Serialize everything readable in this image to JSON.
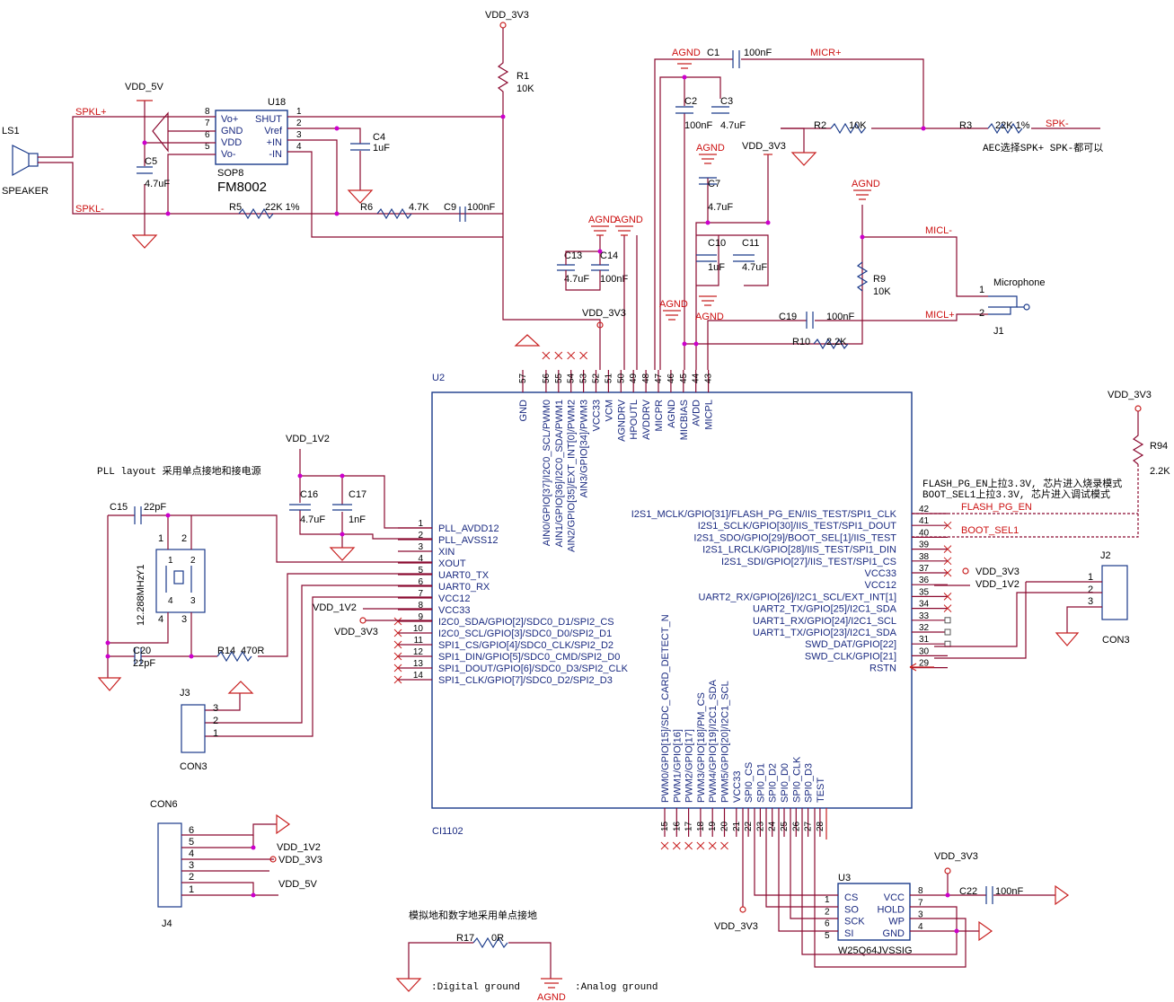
{
  "chip": {
    "ref": "U2",
    "part": "CI1102",
    "left_pins": [
      {
        "num": "1",
        "name": "PLL_AVDD12"
      },
      {
        "num": "2",
        "name": "PLL_AVSS12"
      },
      {
        "num": "3",
        "name": "XIN"
      },
      {
        "num": "4",
        "name": "XOUT"
      },
      {
        "num": "5",
        "name": "UART0_TX"
      },
      {
        "num": "6",
        "name": "UART0_RX"
      },
      {
        "num": "7",
        "name": "VCC12"
      },
      {
        "num": "8",
        "name": "VCC33"
      },
      {
        "num": "9",
        "name": "I2C0_SDA/GPIO[2]/SDC0_D1/SPI2_CS"
      },
      {
        "num": "10",
        "name": "I2C0_SCL/GPIO[3]/SDC0_D0/SPI2_D1"
      },
      {
        "num": "11",
        "name": "SPI1_CS/GPIO[4]/SDC0_CLK/SPI2_D2"
      },
      {
        "num": "12",
        "name": "SPI1_DIN/GPIO[5]/SDC0_CMD/SPI2_D0"
      },
      {
        "num": "13",
        "name": "SPI1_DOUT/GPIO[6]/SDC0_D3/SPI2_CLK"
      },
      {
        "num": "14",
        "name": "SPI1_CLK/GPIO[7]/SDC0_D2/SPI2_D3"
      }
    ],
    "right_pins": [
      {
        "num": "42",
        "name": "I2S1_MCLK/GPIO[31]/FLASH_PG_EN/IIS_TEST/SPI1_CLK"
      },
      {
        "num": "41",
        "name": "I2S1_SCLK/GPIO[30]/IIS_TEST/SPI1_DOUT"
      },
      {
        "num": "40",
        "name": "I2S1_SDO/GPIO[29]/BOOT_SEL[1]/IIS_TEST"
      },
      {
        "num": "39",
        "name": "I2S1_LRCLK/GPIO[28]/IIS_TEST/SPI1_DIN"
      },
      {
        "num": "38",
        "name": "I2S1_SDI/GPIO[27]/IIS_TEST/SPI1_CS"
      },
      {
        "num": "37",
        "name": "VCC33"
      },
      {
        "num": "36",
        "name": "VCC12"
      },
      {
        "num": "35",
        "name": "UART2_RX/GPIO[26]/I2C1_SCL/EXT_INT[1]"
      },
      {
        "num": "34",
        "name": "UART2_TX/GPIO[25]/I2C1_SDA"
      },
      {
        "num": "33",
        "name": "UART1_RX/GPIO[24]/I2C1_SCL"
      },
      {
        "num": "32",
        "name": "UART1_TX/GPIO[23]/I2C1_SDA"
      },
      {
        "num": "31",
        "name": "SWD_DAT/GPIO[22]"
      },
      {
        "num": "30",
        "name": "SWD_CLK/GPIO[21]"
      },
      {
        "num": "29",
        "name": "RSTN"
      }
    ],
    "top_pins": [
      {
        "num": "57",
        "name": "GND"
      },
      {
        "num": "56",
        "name": "AIN0/GPIO[37]/I2C0_SCL/PWM0"
      },
      {
        "num": "55",
        "name": "AIN1/GPIO[36]/I2C0_SDA/PWM1"
      },
      {
        "num": "54",
        "name": "AIN2/GPIO[35]/EXT_INT[0]/PWM2"
      },
      {
        "num": "53",
        "name": "AIN3/GPIO[34]/PWM3"
      },
      {
        "num": "52",
        "name": "VCC33"
      },
      {
        "num": "51",
        "name": "VCM"
      },
      {
        "num": "50",
        "name": "AGNDRV"
      },
      {
        "num": "49",
        "name": "HPOUTL"
      },
      {
        "num": "48",
        "name": "AVDDRV"
      },
      {
        "num": "47",
        "name": "MICPR"
      },
      {
        "num": "46",
        "name": "AGND"
      },
      {
        "num": "45",
        "name": "MICBIAS"
      },
      {
        "num": "44",
        "name": "AVDD"
      },
      {
        "num": "43",
        "name": "MICPL"
      }
    ],
    "bottom_pins": [
      {
        "num": "15",
        "name": "PWM0/GPIO[15]/SDC_CARD_DETECT_N"
      },
      {
        "num": "16",
        "name": "PWM1/GPIO[16]"
      },
      {
        "num": "17",
        "name": "PWM2/GPIO[17]"
      },
      {
        "num": "18",
        "name": "PWM3/GPIO[18]/PM_CS"
      },
      {
        "num": "19",
        "name": "PWM4/GPIO[19]/I2C1_SDA"
      },
      {
        "num": "20",
        "name": "PWM5/GPIO[20]/I2C1_SCL"
      },
      {
        "num": "21",
        "name": "VCC33"
      },
      {
        "num": "22",
        "name": "SPI0_CS"
      },
      {
        "num": "23",
        "name": "SPI0_D1"
      },
      {
        "num": "24",
        "name": "SPI0_D2"
      },
      {
        "num": "25",
        "name": "SPI0_D0"
      },
      {
        "num": "26",
        "name": "SPI0_CLK"
      },
      {
        "num": "27",
        "name": "SPI0_D3"
      },
      {
        "num": "28",
        "name": "TEST"
      }
    ]
  },
  "amp": {
    "ref": "U18",
    "package": "SOP8",
    "part": "FM8002",
    "left_pins": [
      {
        "num": "8",
        "name": "Vo+"
      },
      {
        "num": "7",
        "name": "GND"
      },
      {
        "num": "6",
        "name": "VDD"
      },
      {
        "num": "5",
        "name": "Vo-"
      }
    ],
    "right_pins": [
      {
        "num": "1",
        "name": "SHUT"
      },
      {
        "num": "2",
        "name": "Vref"
      },
      {
        "num": "3",
        "name": "+IN"
      },
      {
        "num": "4",
        "name": "-IN"
      }
    ]
  },
  "flash": {
    "ref": "U3",
    "part": "W25Q64JVSSIG",
    "left_pins": [
      {
        "num": "1",
        "name": "CS"
      },
      {
        "num": "2",
        "name": "SO"
      },
      {
        "num": "6",
        "name": "SCK"
      },
      {
        "num": "5",
        "name": "SI"
      }
    ],
    "right_pins": [
      {
        "num": "8",
        "name": "VCC"
      },
      {
        "num": "7",
        "name": "HOLD"
      },
      {
        "num": "3",
        "name": "WP"
      },
      {
        "num": "4",
        "name": "GND"
      }
    ]
  },
  "speaker": {
    "ref": "LS1",
    "label": "SPEAKER"
  },
  "crystal": {
    "ref": "Y1",
    "value": "12.288MHz",
    "pins": [
      "1",
      "2",
      "3",
      "4",
      "1",
      "2",
      "3",
      "4"
    ]
  },
  "mic": {
    "ref": "J1",
    "label": "Microphone",
    "pins": [
      "1",
      "2"
    ]
  },
  "passives": {
    "R1": {
      "ref": "R1",
      "value": "10K"
    },
    "R2": {
      "ref": "R2",
      "value": "10K"
    },
    "R3": {
      "ref": "R3",
      "value": "22K 1%"
    },
    "R5": {
      "ref": "R5",
      "value": "22K 1%"
    },
    "R6": {
      "ref": "R6",
      "value": "4.7K"
    },
    "R9": {
      "ref": "R9",
      "value": "10K"
    },
    "R10": {
      "ref": "R10",
      "value": "2.2K"
    },
    "R14": {
      "ref": "R14",
      "value": "470R"
    },
    "R17": {
      "ref": "R17",
      "value": "0R"
    },
    "R94": {
      "ref": "R94",
      "value": "2.2K"
    },
    "C1": {
      "ref": "C1",
      "value": "100nF"
    },
    "C2": {
      "ref": "C2",
      "value": "100nF"
    },
    "C3": {
      "ref": "C3",
      "value": "4.7uF"
    },
    "C4": {
      "ref": "C4",
      "value": "1uF"
    },
    "C5": {
      "ref": "C5",
      "value": "4.7uF"
    },
    "C7": {
      "ref": "C7",
      "value": "4.7uF"
    },
    "C9": {
      "ref": "C9",
      "value": "100nF"
    },
    "C10": {
      "ref": "C10",
      "value": "1uF"
    },
    "C11": {
      "ref": "C11",
      "value": "4.7uF"
    },
    "C13": {
      "ref": "C13",
      "value": "4.7uF"
    },
    "C14": {
      "ref": "C14",
      "value": "100nF"
    },
    "C15": {
      "ref": "C15",
      "value": "22pF"
    },
    "C16": {
      "ref": "C16",
      "value": "4.7uF"
    },
    "C17": {
      "ref": "C17",
      "value": "1nF"
    },
    "C19": {
      "ref": "C19",
      "value": "100nF"
    },
    "C20": {
      "ref": "C20",
      "value": "22pF"
    },
    "C22": {
      "ref": "C22",
      "value": "100nF"
    }
  },
  "nets": {
    "vdd_3v3": "VDD_3V3",
    "vdd_5v": "VDD_5V",
    "vdd_1v2": "VDD_1V2",
    "agnd": "AGND",
    "spkl_plus": "SPKL+",
    "spkl_minus": "SPKL-",
    "spk_minus": "SPK-",
    "micr_plus": "MICR+",
    "micl_minus": "MICL-",
    "micl_plus": "MICL+",
    "flash_pg_en": "FLASH_PG_EN",
    "boot_sel1": "BOOT_SEL1"
  },
  "connectors": {
    "J2": {
      "ref": "J2",
      "type": "CON3",
      "pins": [
        "1",
        "2",
        "3"
      ]
    },
    "J3": {
      "ref": "J3",
      "type": "CON3",
      "pins": [
        "3",
        "2",
        "1"
      ]
    },
    "J4": {
      "ref": "J4",
      "type": "CON6",
      "pins": [
        "6",
        "5",
        "4",
        "3",
        "2",
        "1"
      ]
    }
  },
  "notes": {
    "pll": "PLL layout 采用单点接地和接电源",
    "aec": "AEC选择SPK+ SPK-都可以",
    "flash_pg": "FLASH_PG_EN上拉3.3V, 芯片进入烧录模式",
    "boot_sel": "BOOT_SEL1上拉3.3V, 芯片进入调试模式",
    "ground_note": "模拟地和数字地采用单点接地",
    "digital_ground": ":Digital ground",
    "analog_ground": ":Analog ground"
  }
}
